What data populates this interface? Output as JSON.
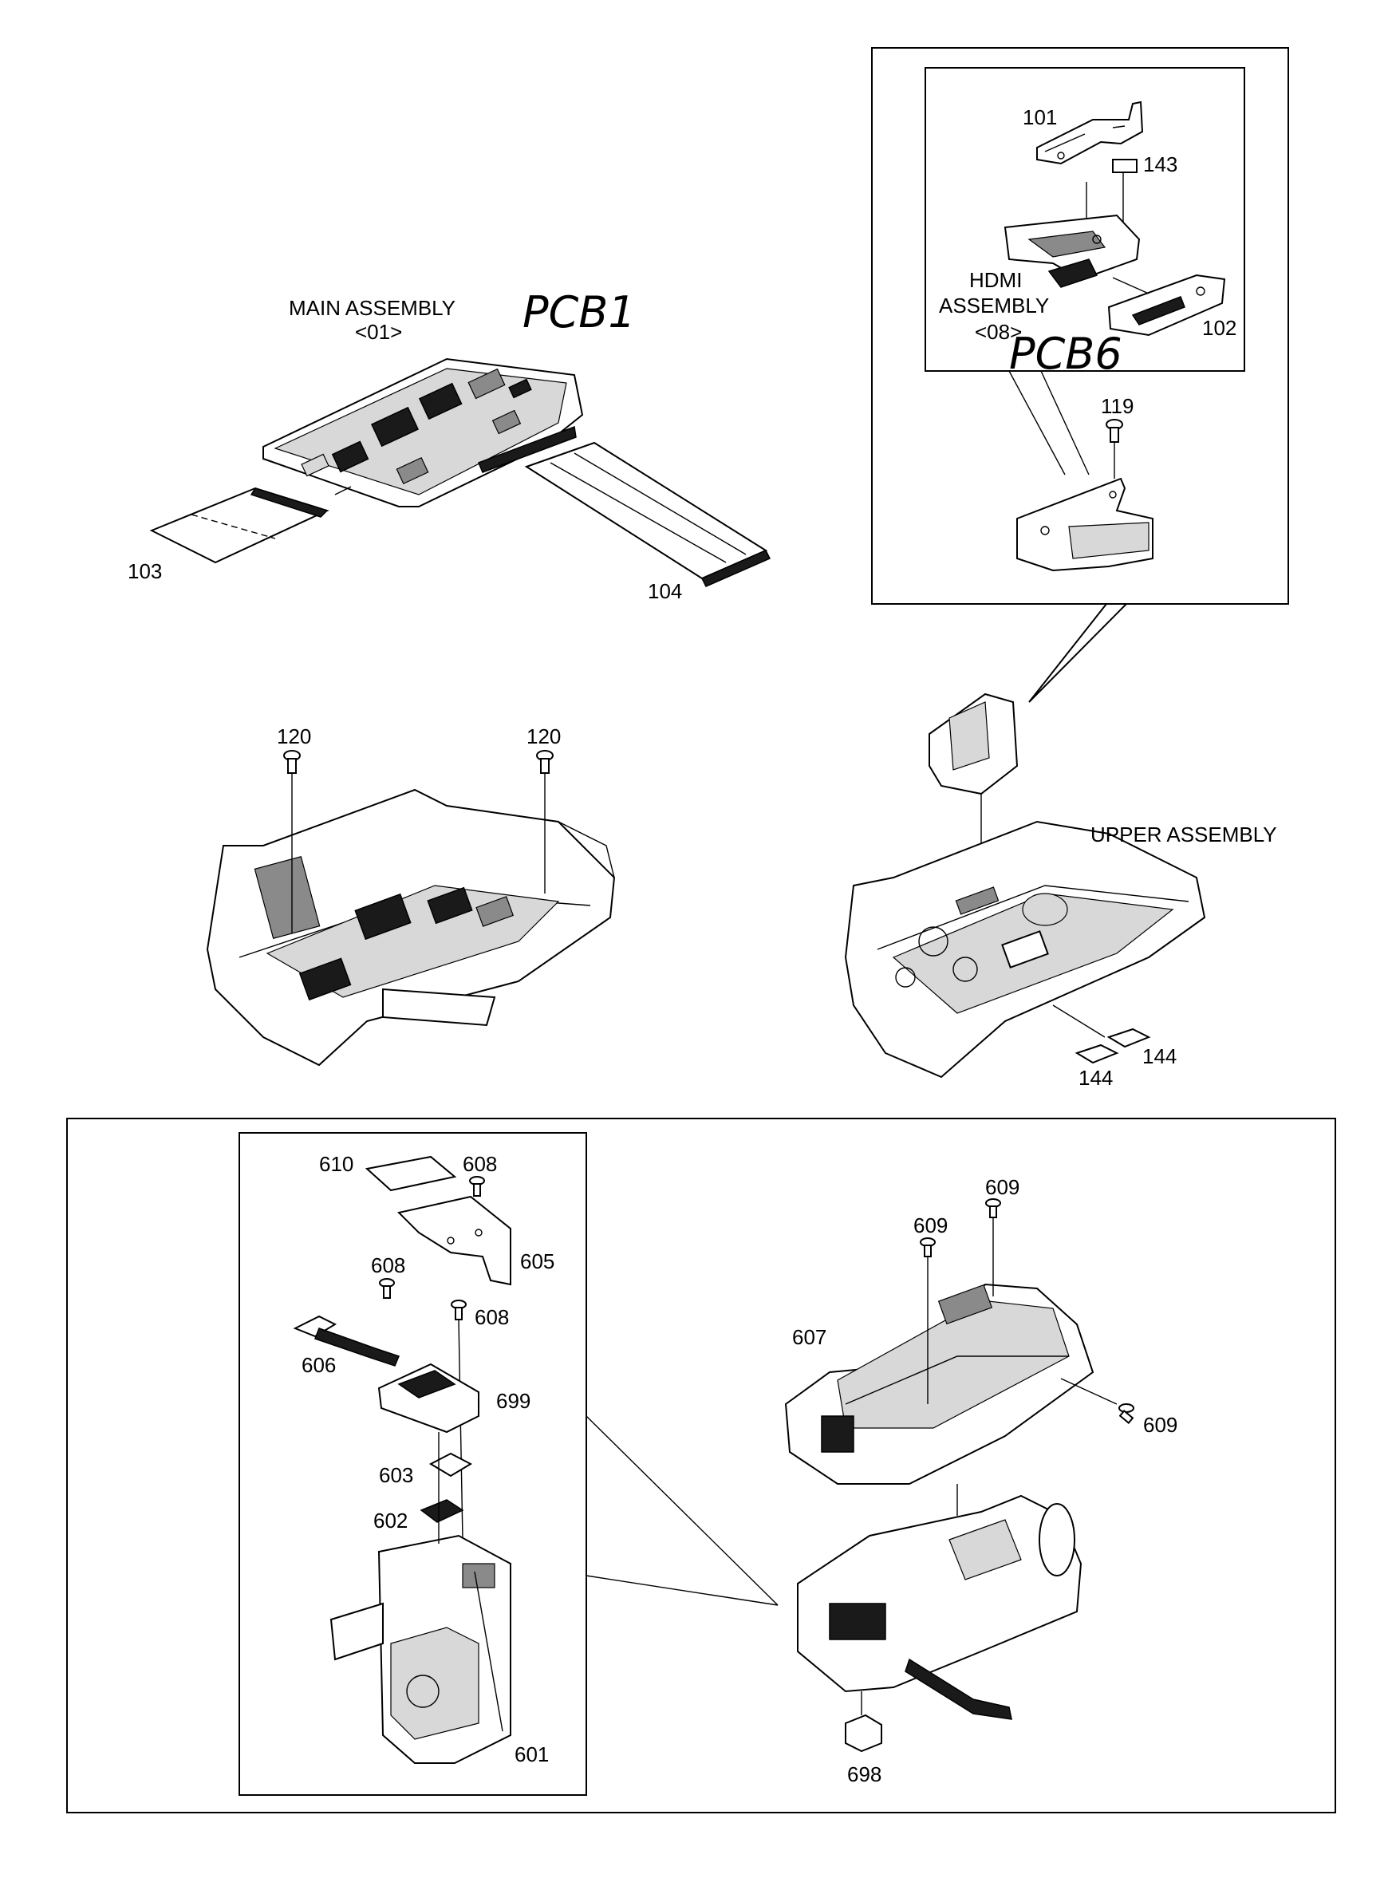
{
  "assemblies": {
    "main": {
      "title": "MAIN ASSEMBLY",
      "code": "<01>",
      "handwritten": "PCB1"
    },
    "hdmi": {
      "title_line1": "HDMI",
      "title_line2": "ASSEMBLY",
      "code": "<08>",
      "handwritten": "PCB6"
    },
    "upper": {
      "title": "UPPER ASSEMBLY"
    }
  },
  "parts": {
    "p101": "101",
    "p102": "102",
    "p103": "103",
    "p104": "104",
    "p119": "119",
    "p120a": "120",
    "p120b": "120",
    "p143": "143",
    "p144a": "144",
    "p144b": "144",
    "p601": "601",
    "p602": "602",
    "p603": "603",
    "p605": "605",
    "p606": "606",
    "p607": "607",
    "p608a": "608",
    "p608b": "608",
    "p608c": "608",
    "p609a": "609",
    "p609b": "609",
    "p609c": "609",
    "p610": "610",
    "p698": "698",
    "p699": "699"
  }
}
